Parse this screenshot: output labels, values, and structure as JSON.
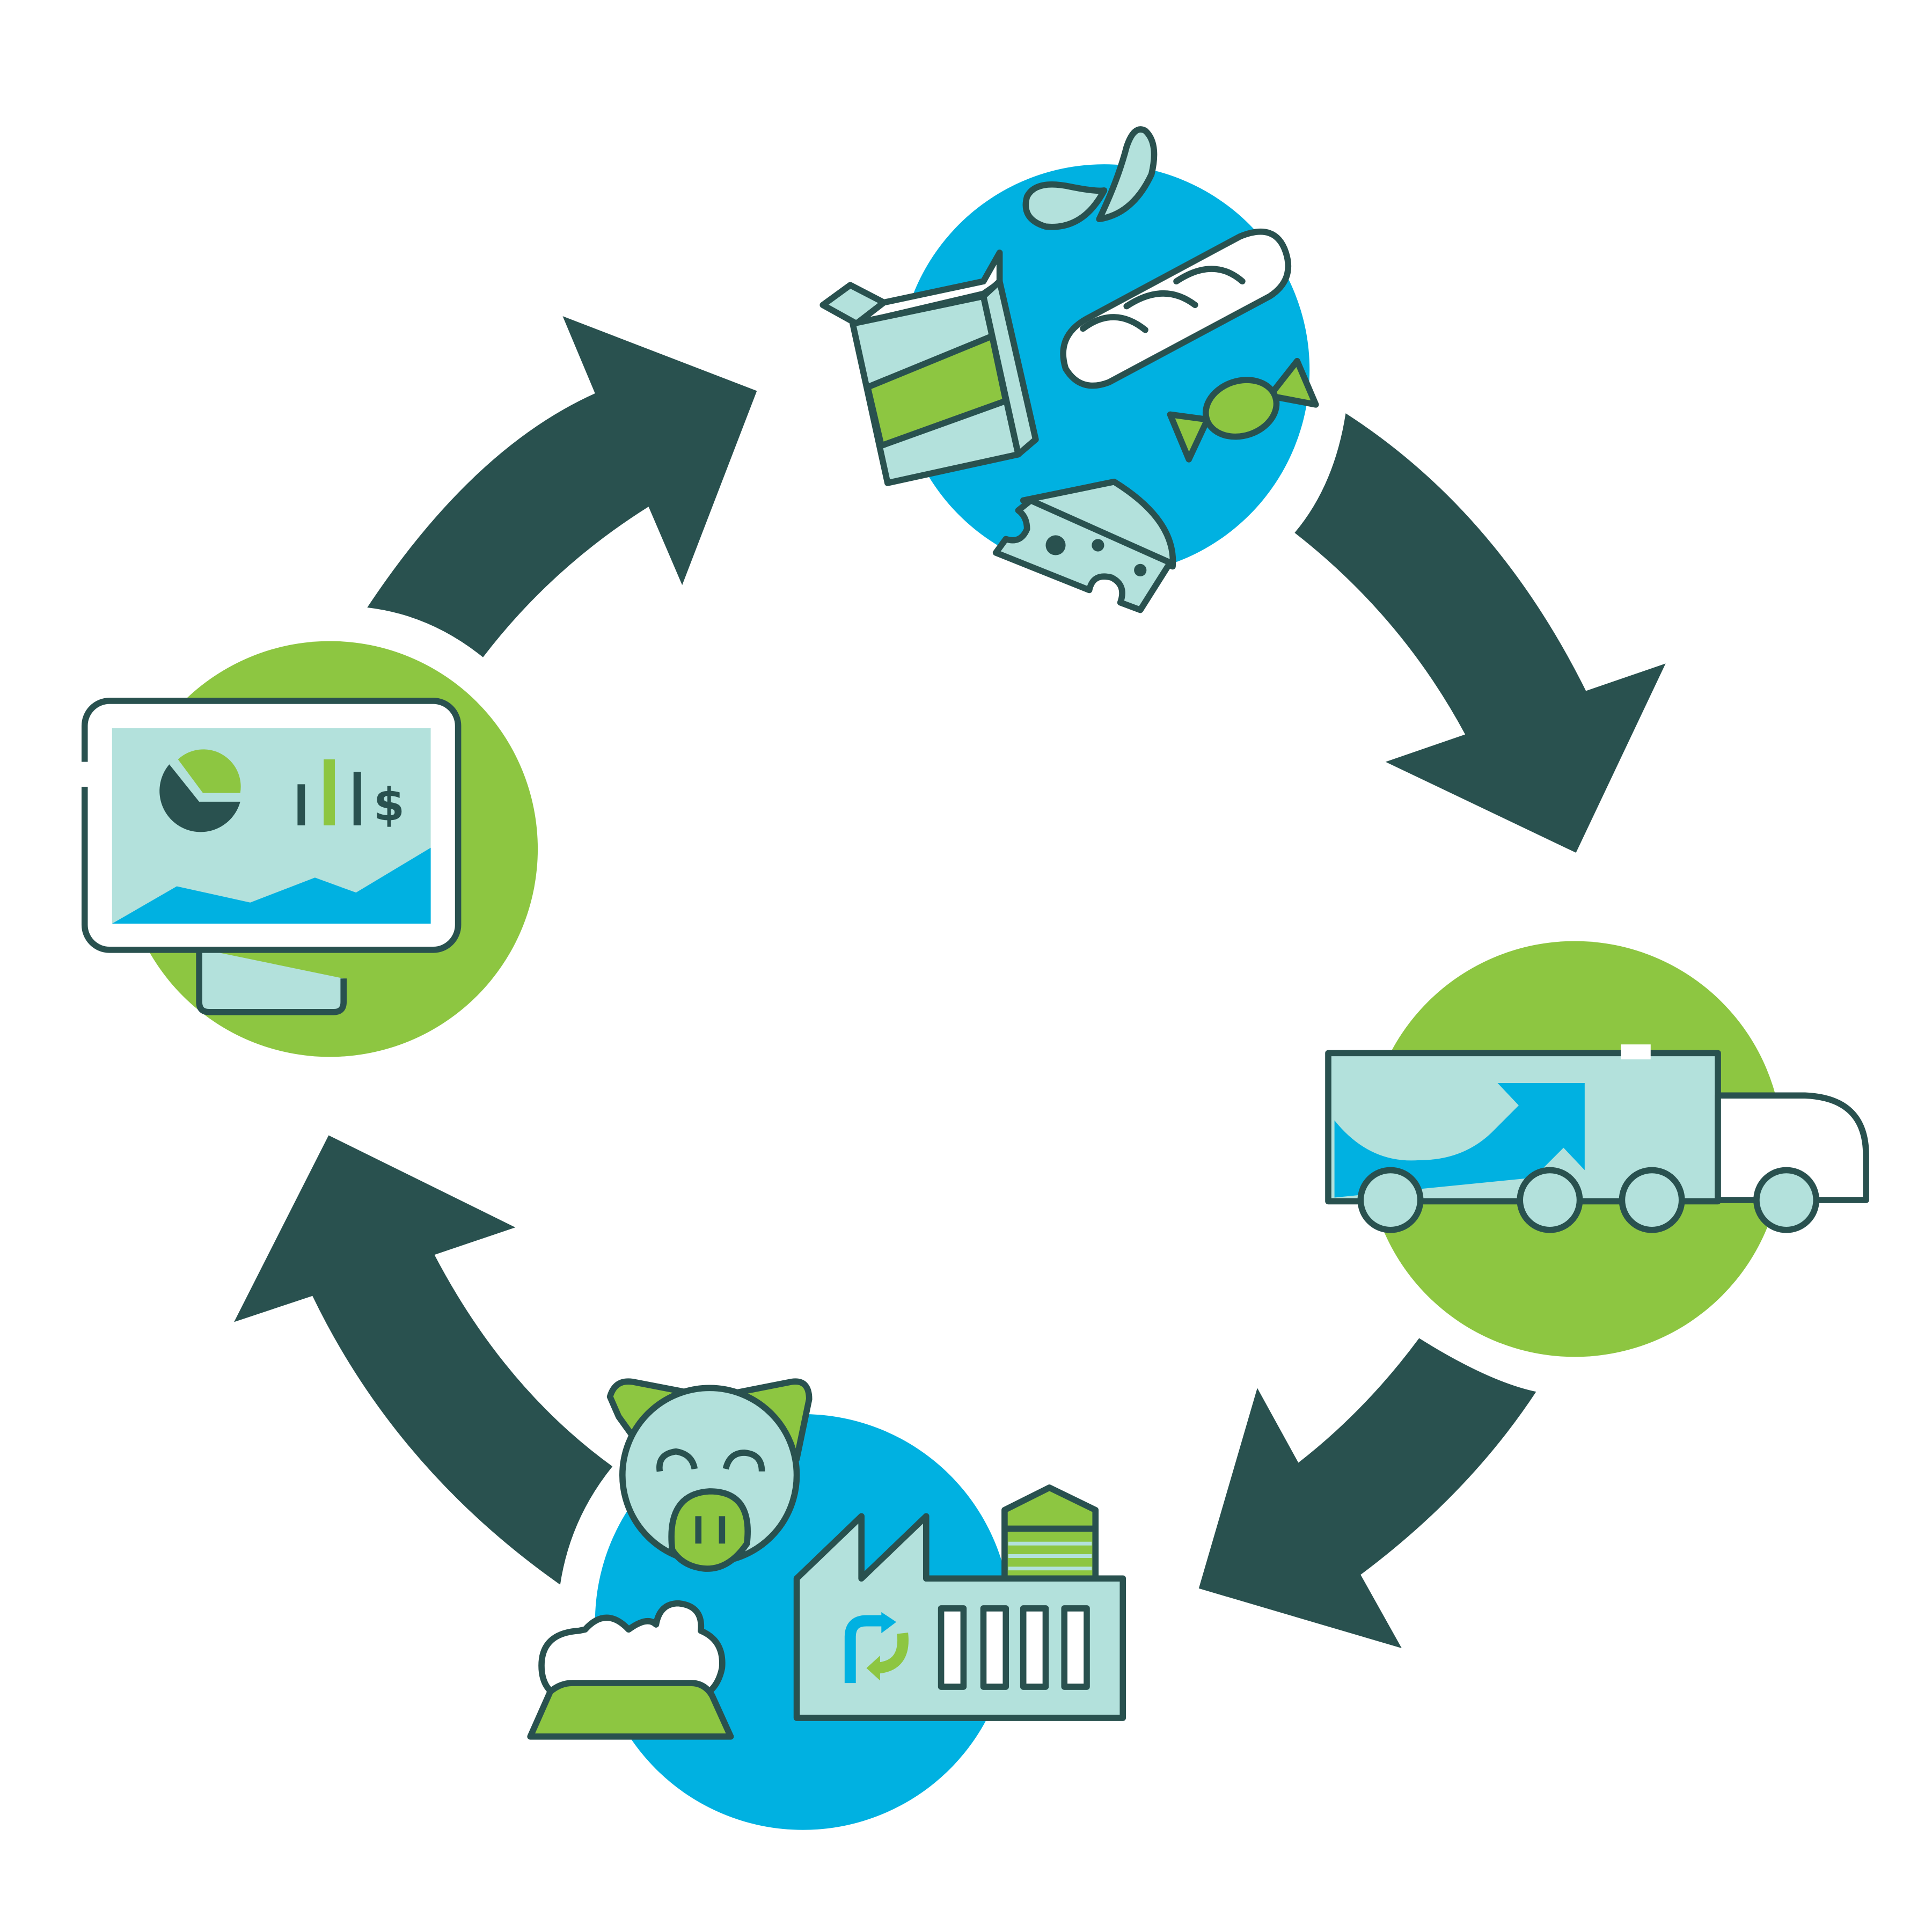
{
  "diagram": {
    "type": "cycle",
    "steps": [
      {
        "id": "analytics",
        "icon": "monitor-chart-icon"
      },
      {
        "id": "food-products",
        "icon": "food-items-icon"
      },
      {
        "id": "transport",
        "icon": "delivery-truck-icon"
      },
      {
        "id": "recycling",
        "icon": "pig-factory-recycle-icon"
      }
    ],
    "dashboard": {
      "currency_symbol": "$"
    }
  },
  "colors": {
    "arrow": "#29514f",
    "outline": "#29514f",
    "green": "#8dc641",
    "blue": "#00b1e1",
    "pale": "#b3e1dc",
    "white": "#ffffff"
  }
}
